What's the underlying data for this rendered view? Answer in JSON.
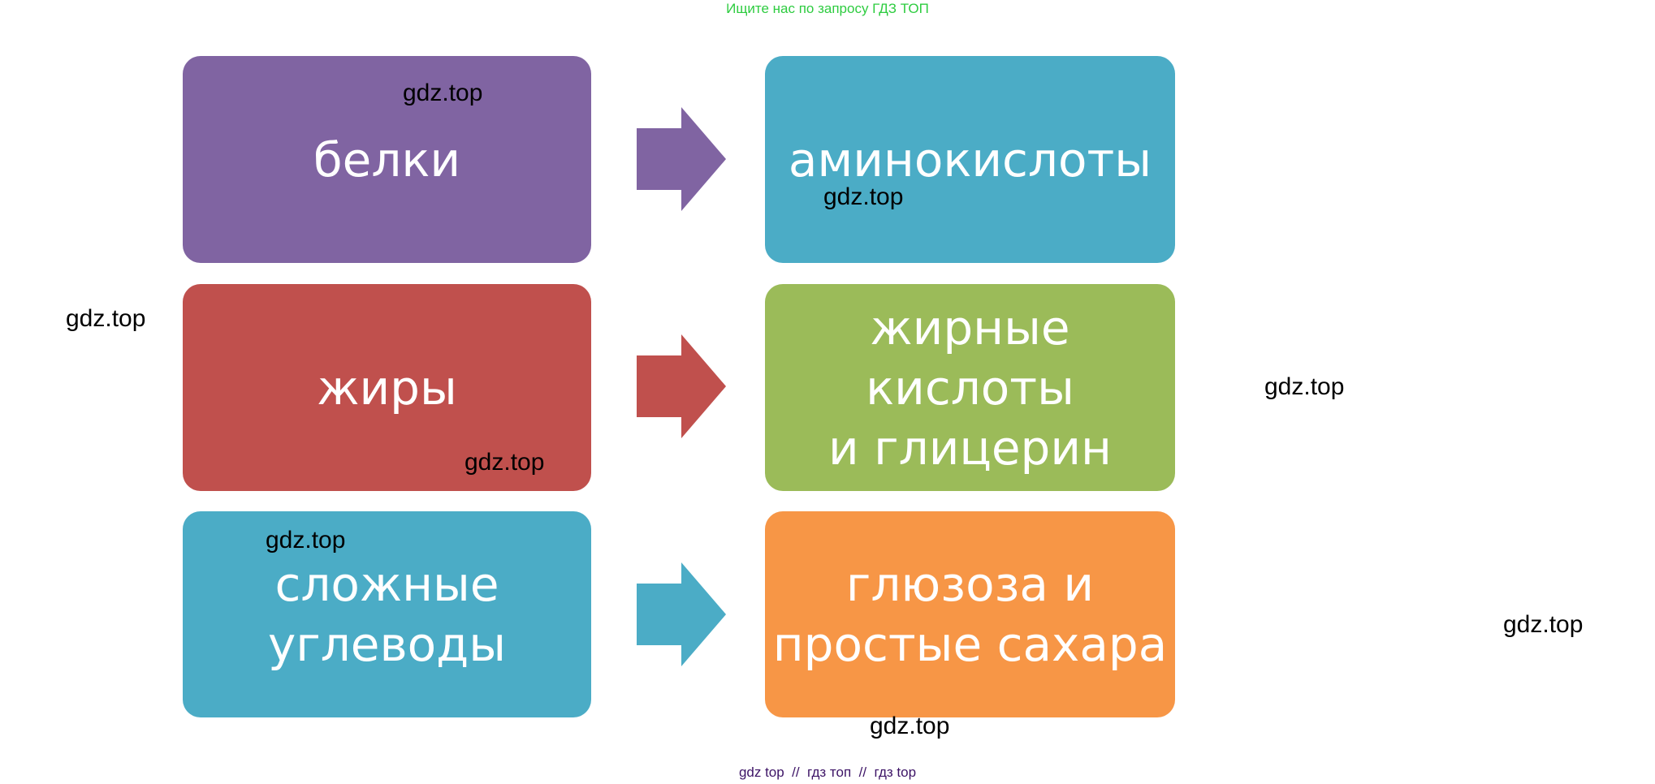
{
  "header_text": "Ищите нас по запросу ГДЗ ТОП",
  "footer_text": "gdz top  //  гдз топ  //  гдз top",
  "rows": [
    {
      "source": "белки",
      "target": "аминокислоты",
      "source_color": "#8064A2",
      "arrow_color": "#8064A2",
      "target_color": "#4BACC6"
    },
    {
      "source": "жиры",
      "target": "жирные кислоты\nи глицерин",
      "source_color": "#C0504D",
      "arrow_color": "#C0504D",
      "target_color": "#9BBB59"
    },
    {
      "source": "сложные\nуглеводы",
      "target": "глюзоза и\nпростые сахара",
      "source_color": "#4BACC6",
      "arrow_color": "#4BACC6",
      "target_color": "#F79646"
    }
  ],
  "watermarks": [
    "gdz.top",
    "gdz.top",
    "gdz.top",
    "gdz.top",
    "gdz.top",
    "gdz.top",
    "gdz.top",
    "gdz.top"
  ]
}
